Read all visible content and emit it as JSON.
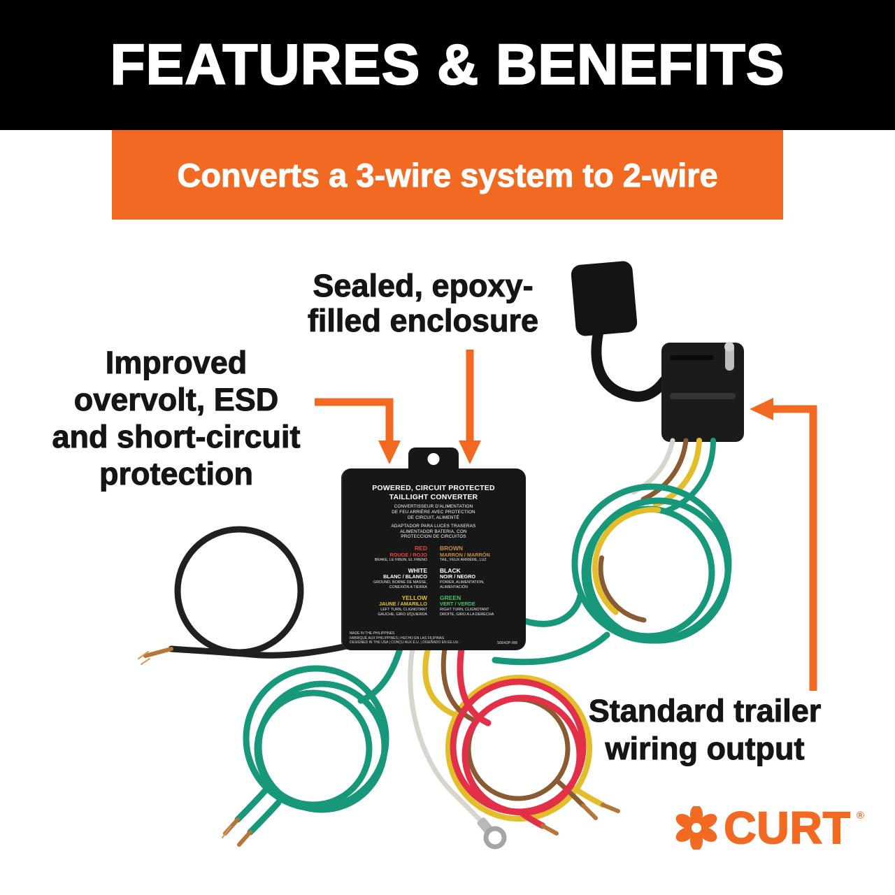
{
  "header": {
    "title": "FEATURES & BENEFITS"
  },
  "banner": {
    "text": "Converts a 3-wire system to 2-wire"
  },
  "callouts": {
    "sealed": "Sealed, epoxy-\nfilled enclosure",
    "protection": "Improved\novervolt, ESD\nand short-circuit\nprotection",
    "output": "Standard trailer\nwiring output"
  },
  "device": {
    "title": "POWERED, CIRCUIT PROTECTED\nTAILLIGHT CONVERTER",
    "subtitle_fr": "CONVERTISSEUR D'ALIMENTATION\nDE FEU ARRIÈRE AVEC PROTECTION\nDE CIRCUIT, ALIMENTÉ",
    "subtitle_es": "ADAPTADOR PARA LUCES TRASERAS\nALIMENTADOR BATERIA, CON\nPROTECCION DE CIRCUITOS",
    "wire_rows": [
      {
        "left": {
          "name": "RED",
          "alt": "ROUGE / ROJO",
          "desc": "BRAKE, LE FREIN, EL FRENO",
          "color": "#E8453C"
        },
        "right": {
          "name": "BROWN",
          "alt": "MARRON / MARRÓN",
          "desc": "TAIL, FEUX ARRIÈRE, LUZ",
          "color": "#C98A4B"
        }
      },
      {
        "left": {
          "name": "WHITE",
          "alt": "BLANC / BLANCO",
          "desc": "GROUND, BORNE DE MASSE,\nCONEXIÓN A TIERRA",
          "color": "#FFFFFF"
        },
        "right": {
          "name": "BLACK",
          "alt": "NOIR / NEGRO",
          "desc": "POWER, ALIMENTATION,\nALIMENTACIÓN",
          "color": "#FFFFFF"
        }
      },
      {
        "left": {
          "name": "YELLOW",
          "alt": "JAUNE / AMARILLO",
          "desc": "LEFT TURN, CLIGNOTANT\nGAUCHE, GIRO IZQUIERDA",
          "color": "#E8C22C"
        },
        "right": {
          "name": "GREEN",
          "alt": "VERT / VERDE",
          "desc": "RIGHT TURN, CLIGNOTANT\nDROITE, GIRO A LA DERECHA",
          "color": "#43BF6B"
        }
      }
    ],
    "footer_lines": "MADE IN THE PHILIPPINES\nFABRIQUÉ AUX PHILIPPINES | HECHO EN LAS FILIPINAS\nDESIGNED IN THE USA | CONÇU AUX É.U. | DISEÑADO EN EE.UU.",
    "part_number": "50642P-RB"
  },
  "brand": {
    "name": "CURT",
    "reg": "®"
  },
  "colors": {
    "accent": "#F26A21",
    "header_bg": "#000000",
    "wire_green": "#18987a",
    "wire_red": "#e23049",
    "wire_yellow": "#e3bd2a",
    "wire_brown": "#8a5a33",
    "wire_black": "#202020",
    "wire_white": "#d8d5ce"
  }
}
